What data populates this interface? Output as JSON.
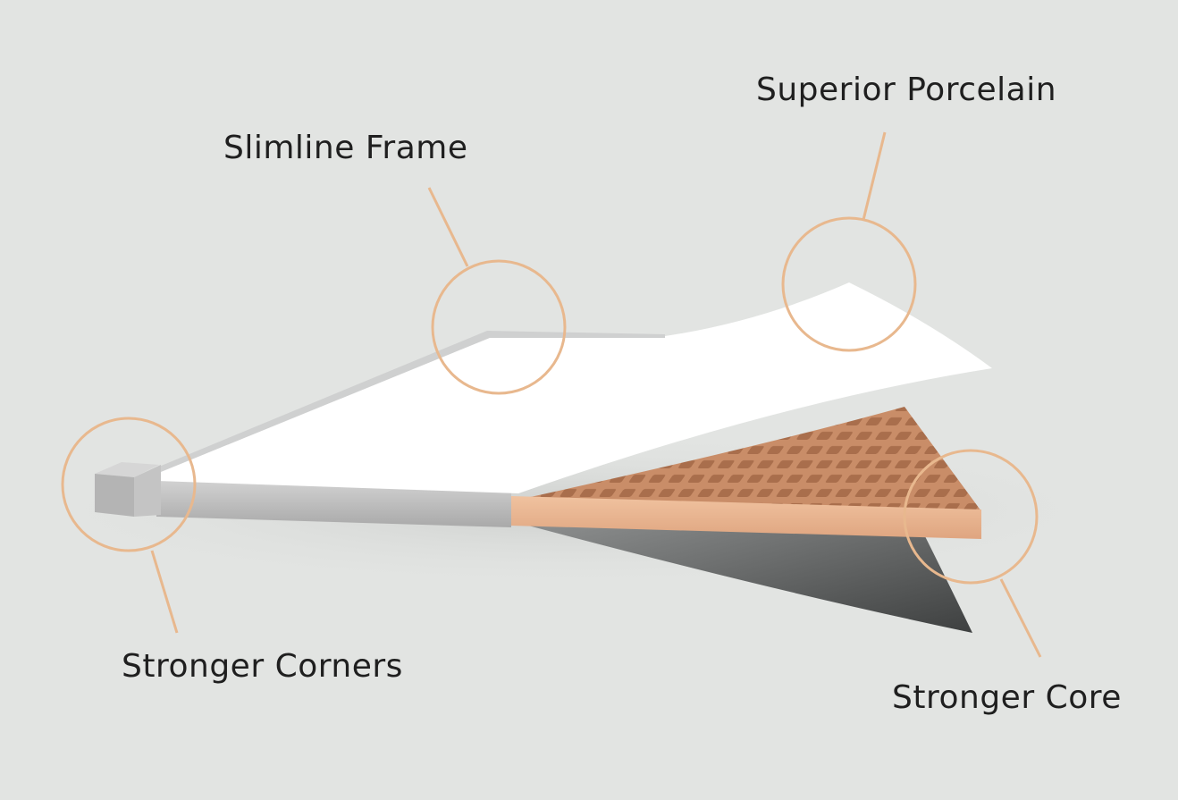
{
  "diagram": {
    "callouts": [
      {
        "id": "superior-porcelain",
        "label": "Superior Porcelain"
      },
      {
        "id": "slimline-frame",
        "label": "Slimline Frame"
      },
      {
        "id": "stronger-corners",
        "label": "Stronger Corners"
      },
      {
        "id": "stronger-core",
        "label": "Stronger Core"
      }
    ],
    "colors": {
      "background": "#e2e4e2",
      "callout_line": "#e8b88e",
      "porcelain": "#ffffff",
      "core": "#e9b48f",
      "frame": "#b9b9b9",
      "shadow": "#5a5c5c"
    }
  }
}
